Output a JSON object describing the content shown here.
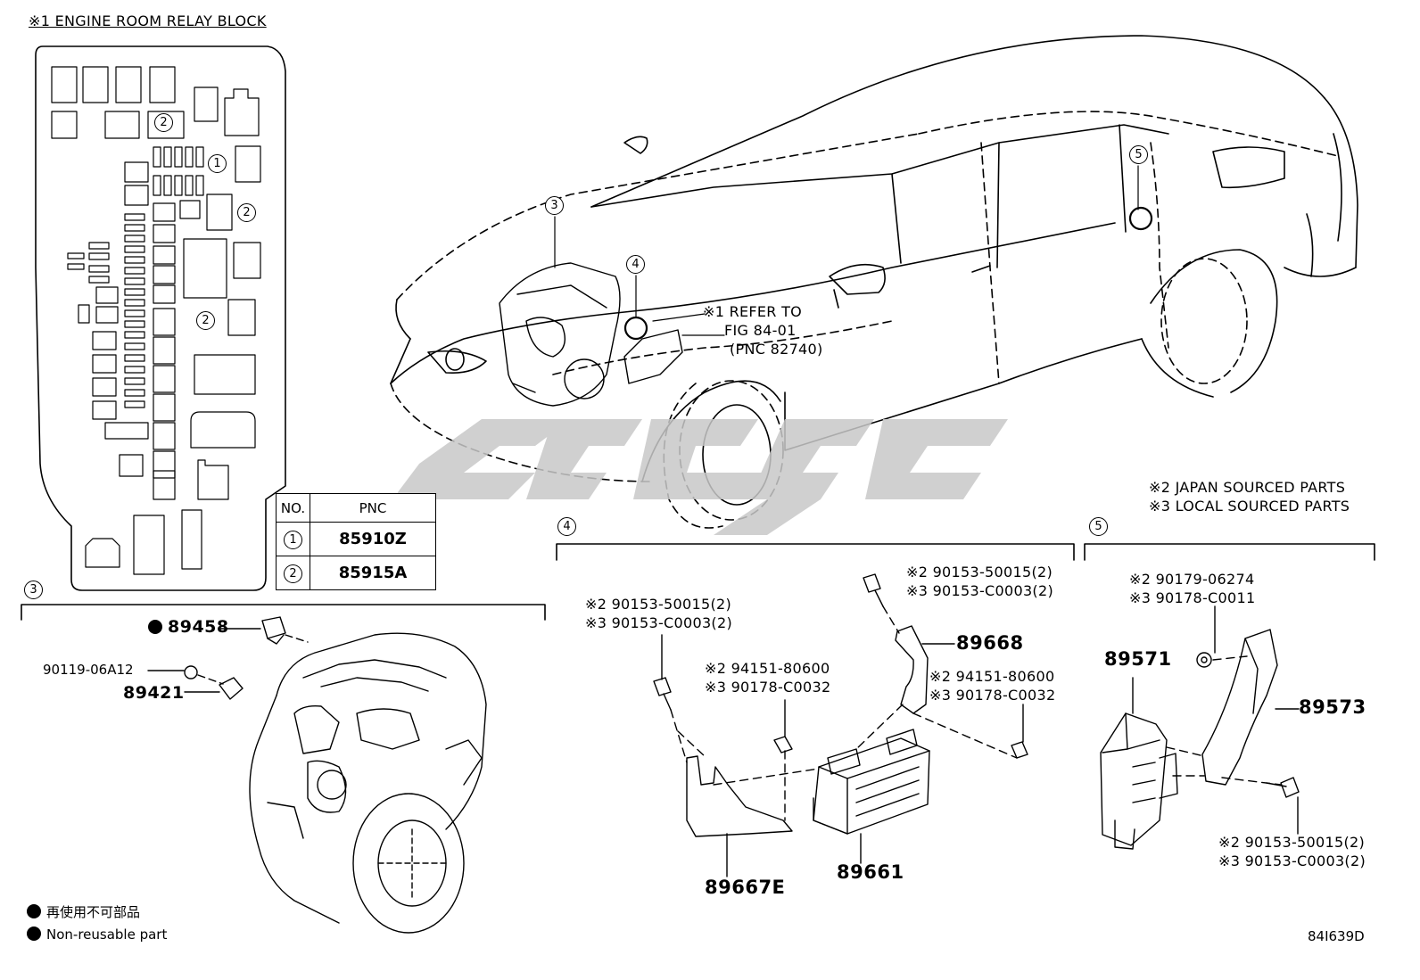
{
  "title": "※1 ENGINE ROOM RELAY BLOCK",
  "callouts": [
    "1",
    "2",
    "3",
    "4",
    "5"
  ],
  "refer_note": [
    "※1 REFER TO",
    "FIG 84-01",
    "(PNC 82740)"
  ],
  "sourcing_notes": [
    "※2 JAPAN SOURCED PARTS",
    "※3 LOCAL SOURCED PARTS"
  ],
  "pnc_table": {
    "header": [
      "NO.",
      "PNC"
    ],
    "rows": [
      {
        "no": "1",
        "pnc": "85910Z"
      },
      {
        "no": "2",
        "pnc": "85915A"
      }
    ]
  },
  "section3": {
    "label": "3",
    "parts": {
      "p89458": "89458",
      "p90119": "90119-06A12",
      "p89421": "89421"
    }
  },
  "section4": {
    "label": "4",
    "parts": {
      "bolt_left_2": "※2 90153-50015(2)",
      "bolt_left_3": "※3 90153-C0003(2)",
      "bolt_top_2": "※2 90153-50015(2)",
      "bolt_top_3": "※3 90153-C0003(2)",
      "nut_mid_2": "※2 94151-80600",
      "nut_mid_3": "※3 90178-C0032",
      "nut_right_2": "※2 94151-80600",
      "nut_right_3": "※3 90178-C0032",
      "p89668": "89668",
      "p89667E": "89667E",
      "p89661": "89661"
    }
  },
  "section5": {
    "label": "5",
    "parts": {
      "nut_2": "※2 90179-06274",
      "nut_3": "※3 90178-C0011",
      "p89571": "89571",
      "p89573": "89573",
      "bolt_2": "※2 90153-50015(2)",
      "bolt_3": "※3 90153-C0003(2)"
    }
  },
  "legend": {
    "jp": "再使用不可部品",
    "en": "Non-reusable part"
  },
  "figure_code": "84I639D",
  "colors": {
    "line": "#000000",
    "watermark": "#c8c8c8",
    "background": "#ffffff"
  }
}
